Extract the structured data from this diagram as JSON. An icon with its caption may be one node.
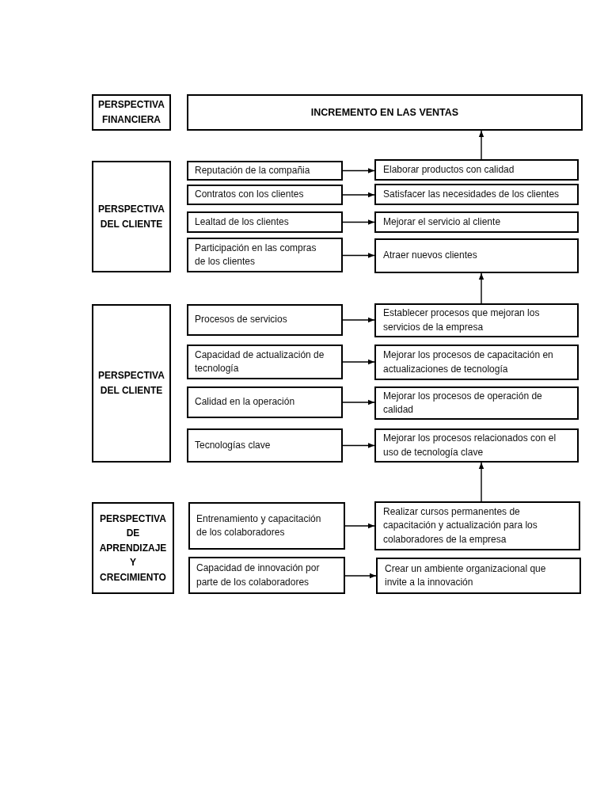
{
  "diagram": {
    "nodes": [
      {
        "text": [
          "PERSPECTIVA FINANCIERA"
        ]
      },
      {
        "text": [
          "INCREMENTO EN LAS VENTAS"
        ]
      },
      {
        "text": [
          "PERSPECTIVA DEL CLIENTE"
        ]
      },
      {
        "text": [
          "Reputación de la compañia"
        ]
      },
      {
        "text": [
          "Elaborar productos con calidad"
        ]
      },
      {
        "text": [
          "Contratos con los clientes"
        ]
      },
      {
        "text": [
          "Satisfacer las necesidades de los clientes"
        ]
      },
      {
        "text": [
          "Lealtad de los clientes"
        ]
      },
      {
        "text": [
          "Mejorar el servicio al cliente"
        ]
      },
      {
        "text": [
          "Participación en las compras de los clientes"
        ]
      },
      {
        "text": [
          "Atraer nuevos clientes"
        ]
      },
      {
        "text": [
          "PERSPECTIVA DEL CLIENTE"
        ]
      },
      {
        "text": [
          "Procesos de servicios"
        ]
      },
      {
        "text": [
          "Establecer procesos que mejoran los servicios de la empresa"
        ]
      },
      {
        "text": [
          "Capacidad de actualización de tecnología"
        ]
      },
      {
        "text": [
          "Mejorar los procesos de capacitación en actualizaciones de tecnología"
        ]
      },
      {
        "text": [
          "Calidad en la operación"
        ]
      },
      {
        "text": [
          "Mejorar los procesos de operación de calidad"
        ]
      },
      {
        "text": [
          "Tecnologías clave"
        ]
      },
      {
        "text": [
          "Mejorar los procesos relacionados con el uso de tecnología clave"
        ]
      },
      {
        "text": [
          "PERSPECTIVA DE APRENDIZAJE Y CRECIMIENTO"
        ]
      },
      {
        "text": [
          "Entrenamiento y capacitación de los colaboradores"
        ]
      },
      {
        "text": [
          "Realizar cursos permanentes de capacitación y actualización para los colaboradores de la empresa"
        ]
      },
      {
        "text": [
          "Capacidad de innovación por parte de los colaboradores"
        ]
      },
      {
        "text": [
          "Crear un ambiente organizacional que invite a la innovación"
        ]
      }
    ],
    "edges": [
      {
        "from": 3,
        "to": 4,
        "arrow": "to"
      },
      {
        "from": 5,
        "to": 6,
        "arrow": "to"
      },
      {
        "from": 7,
        "to": 8,
        "arrow": "to"
      },
      {
        "from": 9,
        "to": 10,
        "arrow": "to"
      },
      {
        "from": 4,
        "to": 1,
        "arrow": "to"
      },
      {
        "from": 12,
        "to": 13,
        "arrow": "to"
      },
      {
        "from": 14,
        "to": 15,
        "arrow": "to"
      },
      {
        "from": 16,
        "to": 17,
        "arrow": "to"
      },
      {
        "from": 18,
        "to": 19,
        "arrow": "to"
      },
      {
        "from": 13,
        "to": 10,
        "arrow": "to"
      },
      {
        "from": 21,
        "to": 22,
        "arrow": "to"
      },
      {
        "from": 23,
        "to": 24,
        "arrow": "to"
      },
      {
        "from": 22,
        "to": 19,
        "arrow": "to"
      }
    ]
  }
}
